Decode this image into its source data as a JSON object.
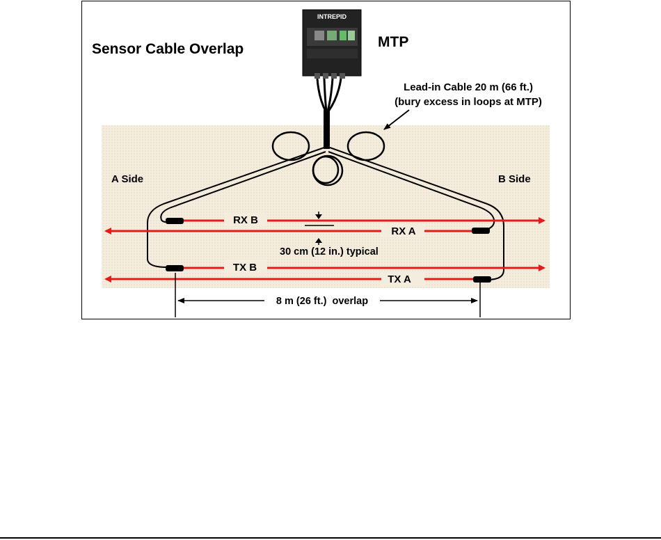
{
  "title": "Sensor Cable Overlap",
  "processor": {
    "label": "MTP",
    "brand": "INTREPID"
  },
  "lead_in": {
    "line1": "Lead-in Cable 20 m (66 ft.)",
    "line2": "(bury excess in loops at MTP)"
  },
  "sides": {
    "a": "A Side",
    "b": "B Side"
  },
  "cables": {
    "rx_b": "RX B",
    "rx_a": "RX A",
    "tx_b": "TX B",
    "tx_a": "TX A"
  },
  "spacing_label": "30 cm (12 in.) typical",
  "overlap_label": "8 m (26 ft.)  overlap",
  "colors": {
    "ground": "#f4ecdd",
    "cable_red": "#e31b1b",
    "frame": "#000000"
  }
}
